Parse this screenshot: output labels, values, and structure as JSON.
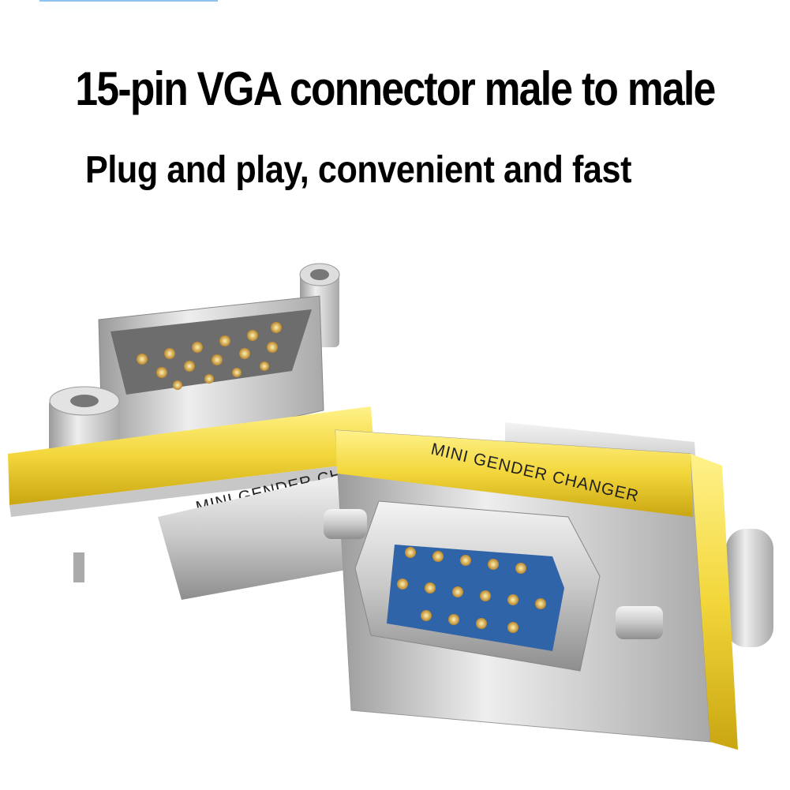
{
  "headline": "15-pin VGA connector male to male",
  "subheadline": "Plug and play, convenient and fast",
  "product": {
    "left_label": "MINI GENDER CHANGER",
    "right_label": "MINI GENDER CHANGER",
    "band_color": "#f2d63a",
    "pin_color": "#d8a640",
    "insulator_color": "#2f64a8"
  }
}
